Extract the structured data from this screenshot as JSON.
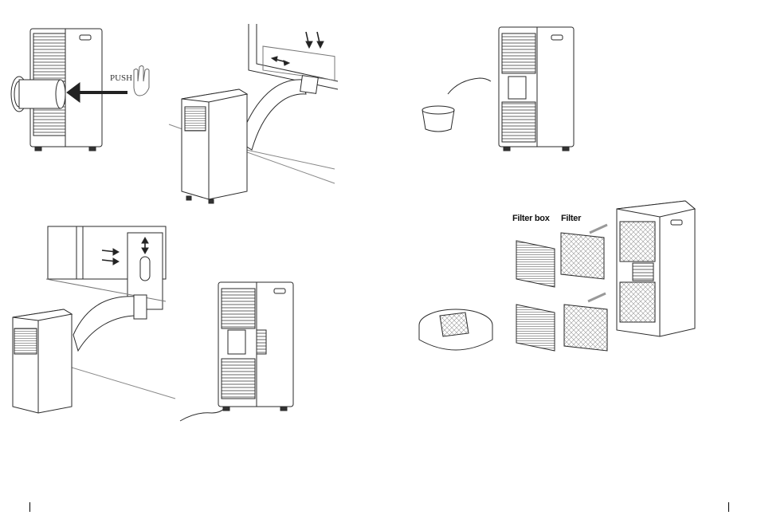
{
  "labels": {
    "push": "PUSH",
    "filter_box": "Filter box",
    "filter": "Filter"
  },
  "colors": {
    "line": "#2a2a2a",
    "louver": "#555555",
    "ground": "#888888",
    "arrow": "#222222"
  }
}
